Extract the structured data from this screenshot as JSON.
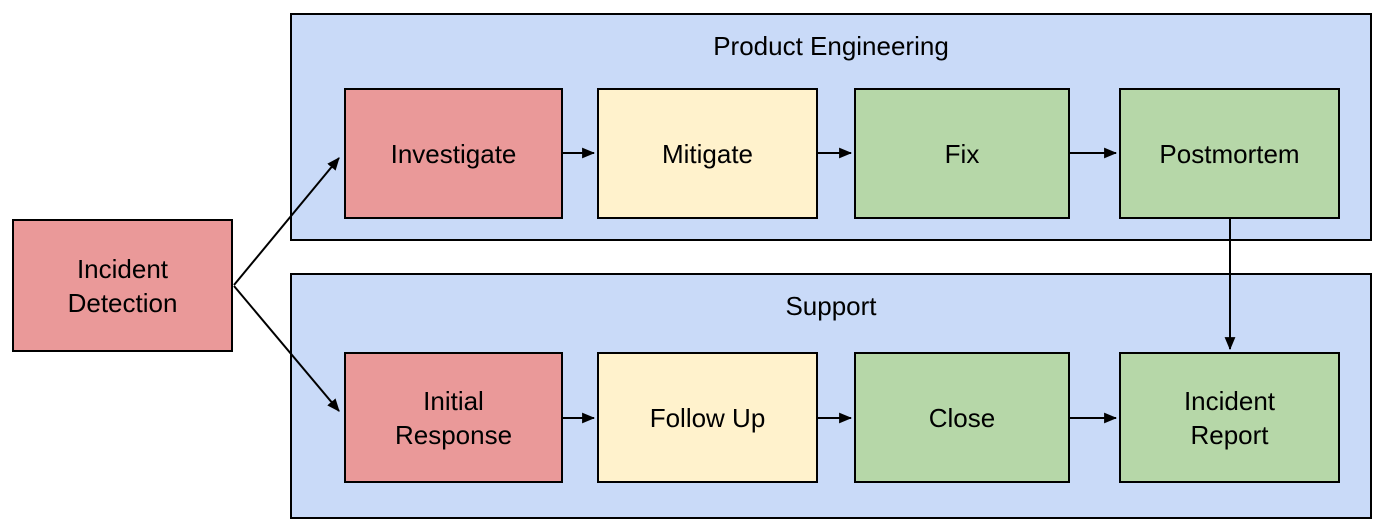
{
  "diagram": {
    "colors": {
      "lane_fill": "#c9daf8",
      "red": "#ea9999",
      "yellow": "#fff2cc",
      "green": "#b6d7a8",
      "border": "#000000",
      "arrow": "#000000",
      "background": "#ffffff"
    },
    "start_node": {
      "label": "Incident\nDetection",
      "color": "red"
    },
    "lanes": [
      {
        "title": "Product Engineering",
        "nodes": [
          {
            "label": "Investigate",
            "color": "red"
          },
          {
            "label": "Mitigate",
            "color": "yellow"
          },
          {
            "label": "Fix",
            "color": "green"
          },
          {
            "label": "Postmortem",
            "color": "green"
          }
        ]
      },
      {
        "title": "Support",
        "nodes": [
          {
            "label": "Initial\nResponse",
            "color": "red"
          },
          {
            "label": "Follow Up",
            "color": "yellow"
          },
          {
            "label": "Close",
            "color": "green"
          },
          {
            "label": "Incident\nReport",
            "color": "green"
          }
        ]
      }
    ],
    "edges": [
      {
        "from": "Incident Detection",
        "to": "Investigate"
      },
      {
        "from": "Incident Detection",
        "to": "Initial Response"
      },
      {
        "from": "Investigate",
        "to": "Mitigate"
      },
      {
        "from": "Mitigate",
        "to": "Fix"
      },
      {
        "from": "Fix",
        "to": "Postmortem"
      },
      {
        "from": "Postmortem",
        "to": "Incident Report"
      },
      {
        "from": "Initial Response",
        "to": "Follow Up"
      },
      {
        "from": "Follow Up",
        "to": "Close"
      },
      {
        "from": "Close",
        "to": "Incident Report"
      }
    ]
  }
}
